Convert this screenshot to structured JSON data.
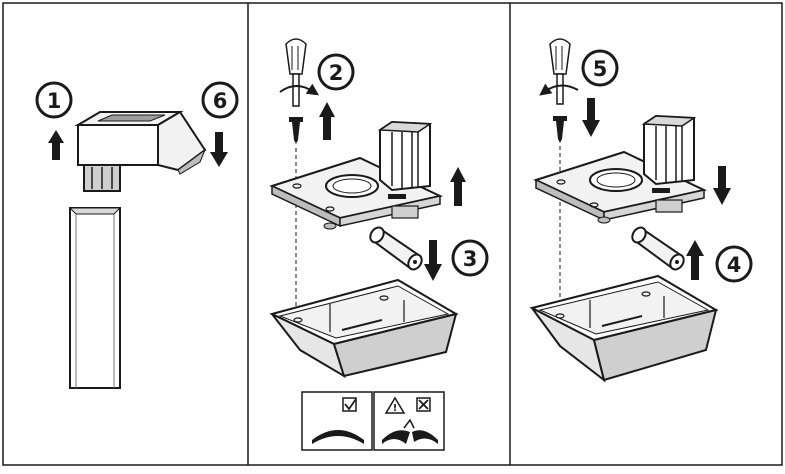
{
  "panels": [
    {
      "id": "panel-1",
      "steps": [
        "1",
        "6"
      ]
    },
    {
      "id": "panel-2",
      "steps": [
        "2",
        "3"
      ]
    },
    {
      "id": "panel-3",
      "steps": [
        "5",
        "4"
      ]
    }
  ],
  "step_labels": {
    "s1": "1",
    "s2": "2",
    "s3": "3",
    "s4": "4",
    "s5": "5",
    "s6": "6"
  },
  "warning_box": {
    "correct_icon": "checkbox-check-icon",
    "incorrect_icon": "checkbox-x-icon",
    "warning_icon": "warning-triangle-icon",
    "warning_glyph": "!"
  },
  "colors": {
    "line": "#1a1a1a",
    "part_fill": "#f2f2f2",
    "shade": "#bdbdbd",
    "dark": "#222222"
  }
}
